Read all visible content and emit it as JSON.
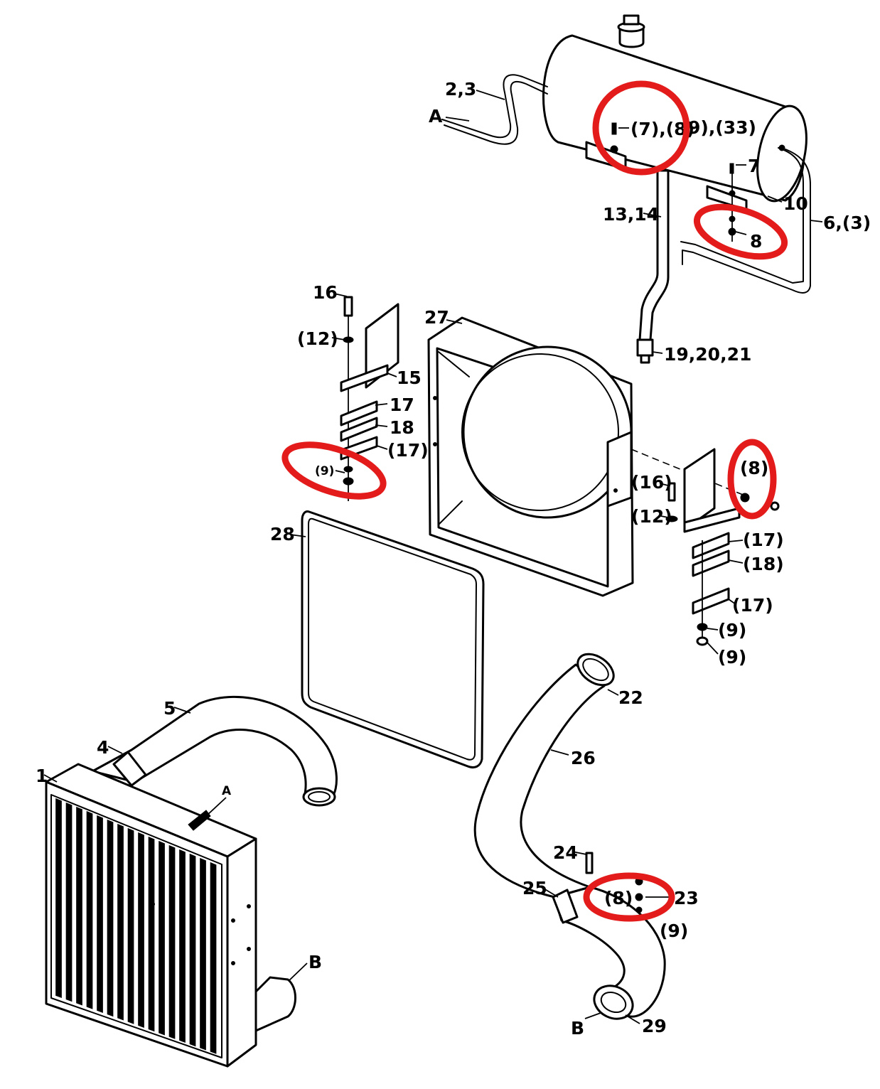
{
  "labels": {
    "l_2_3": "2,3",
    "l_A_top": "A",
    "l_7_8": "(7),(8)",
    "l_9_33": "9),(33)",
    "l_7": "7",
    "l_10": "10",
    "l_13_14": "13,14",
    "l_6_3": "6,(3)",
    "l_8_top": "8",
    "l_16": "16",
    "l_12_left": "(12)",
    "l_15": "15",
    "l_17_a": "17",
    "l_18_a": "18",
    "l_17_b": "(17)",
    "l_9_left": "(9)",
    "l_27": "27",
    "l_19_20_21": "19,20,21",
    "l_8_right": "(8)",
    "l_16_right": "(16)",
    "l_12_right": "(12)",
    "l_17_c": "(17)",
    "l_18_b": "(18)",
    "l_17_d": "(17)",
    "l_9_r1": "(9)",
    "l_9_r2": "(9)",
    "l_28": "28",
    "l_5": "5",
    "l_4": "4",
    "l_1": "1",
    "l_A_bot": "A",
    "l_B_left": "B",
    "l_22": "22",
    "l_26": "26",
    "l_24": "24",
    "l_25": "25",
    "l_8_bot": "(8)",
    "l_23": "23",
    "l_9_bot": "(9)",
    "l_B_bot": "B",
    "l_29": "29"
  },
  "highlight_color": "#e31b1b"
}
